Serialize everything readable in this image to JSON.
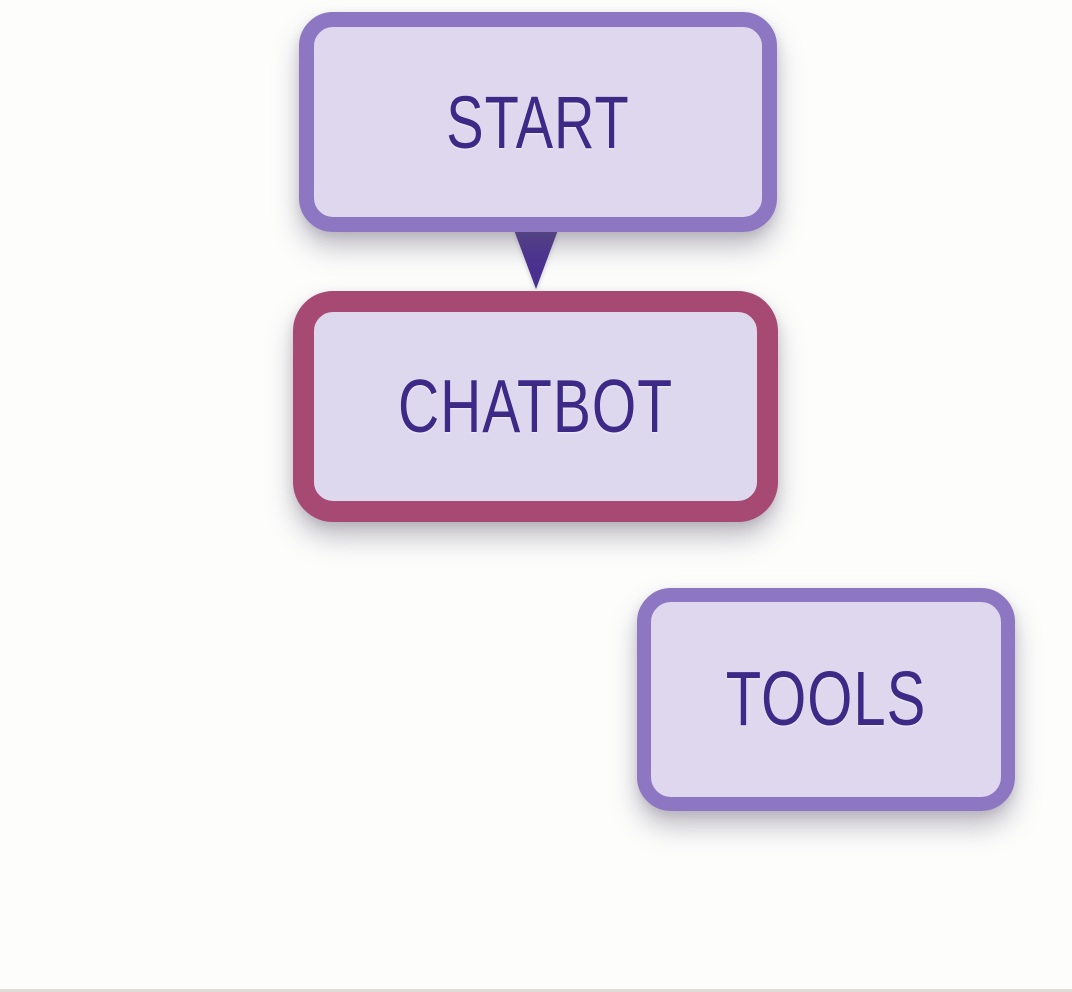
{
  "diagram": {
    "type": "flowchart",
    "background_color": "#fdfdfc",
    "nodes": [
      {
        "id": "start",
        "label": "START",
        "border_color": "#8d76c2",
        "fill_color": "#ded7ed",
        "text_color": "#3c2a86"
      },
      {
        "id": "chatbot",
        "label": "CHATBOT",
        "border_color": "#a64a73",
        "fill_color": "#ded8ee",
        "text_color": "#3c2a86"
      },
      {
        "id": "tools",
        "label": "TOOLS",
        "border_color": "#8d76c2",
        "fill_color": "#ded7ed",
        "text_color": "#3c2a86"
      }
    ],
    "edges": [
      {
        "from": "start",
        "to": "chatbot",
        "style": "arrowhead-down",
        "color": "#4a3190"
      }
    ],
    "bottom_line_color": "#c4c2bc"
  }
}
